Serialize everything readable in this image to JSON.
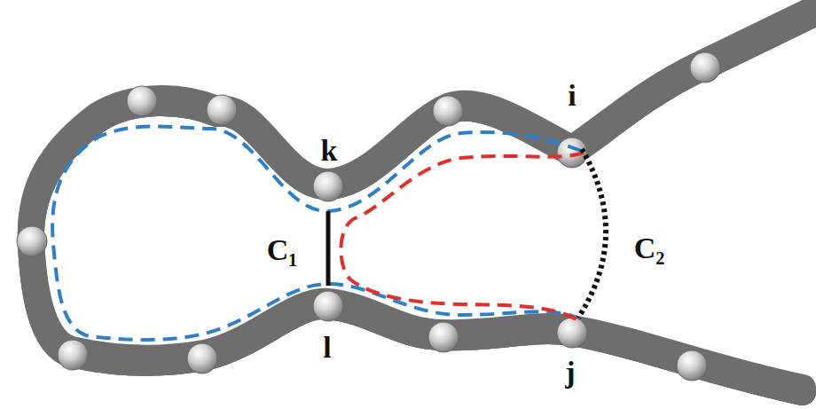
{
  "diagram": {
    "labels": [
      "k",
      "i",
      "C₁",
      "C₂",
      "l",
      "j"
    ]
  }
}
